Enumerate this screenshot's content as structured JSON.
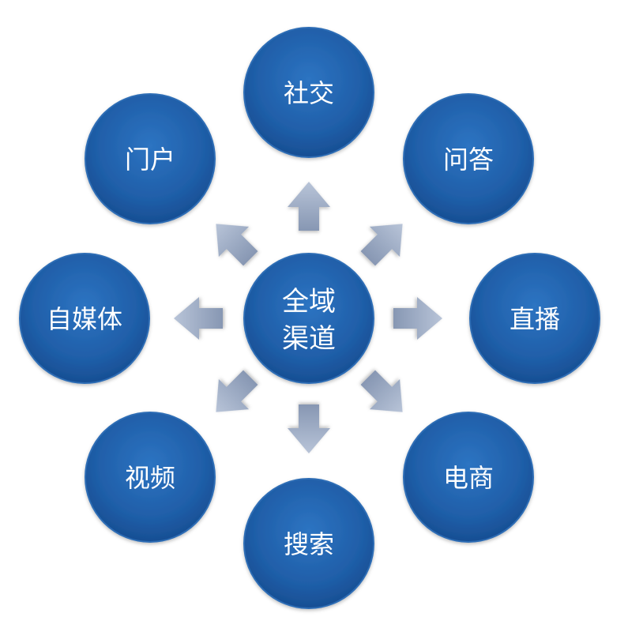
{
  "center": {
    "line1": "全域",
    "line2": "渠道"
  },
  "nodes": [
    {
      "id": "shejiao",
      "label": "社交"
    },
    {
      "id": "wenda",
      "label": "问答"
    },
    {
      "id": "zhibo",
      "label": "直播"
    },
    {
      "id": "dianshang",
      "label": "电商"
    },
    {
      "id": "sousuo",
      "label": "搜索"
    },
    {
      "id": "shipin",
      "label": "视频"
    },
    {
      "id": "zimeiti",
      "label": "自媒体"
    },
    {
      "id": "menhu",
      "label": "门户"
    }
  ],
  "colors": {
    "node_fill": "#1f5ea8",
    "node_edge": "#2d6db5",
    "arrow_fill": "#9aaac4",
    "text": "#ffffff"
  }
}
